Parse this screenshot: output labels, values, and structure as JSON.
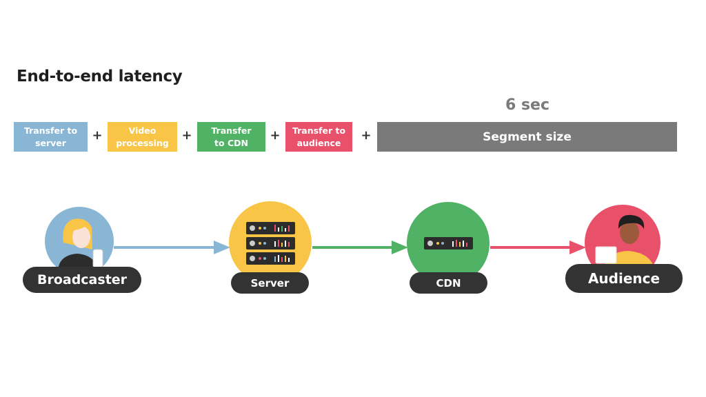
{
  "title": "End-to-end latency",
  "segment_duration": "6 sec",
  "stages": [
    {
      "label": "Transfer to\nserver",
      "color": "#8ab6d6"
    },
    {
      "label": "Video\nprocessing",
      "color": "#f8c547"
    },
    {
      "label": "Transfer\nto CDN",
      "color": "#4fb264"
    },
    {
      "label": "Transfer to\naudience",
      "color": "#e9506a"
    },
    {
      "label": "Segment size",
      "color": "#7a7a7a"
    }
  ],
  "plus_symbol": "+",
  "nodes": {
    "broadcaster": {
      "label": "Broadcaster",
      "color": "#8ab6d6"
    },
    "server": {
      "label": "Server",
      "color": "#f8c547"
    },
    "cdn": {
      "label": "CDN",
      "color": "#4fb264"
    },
    "audience": {
      "label": "Audience",
      "color": "#e9506a"
    }
  },
  "arrow_colors": {
    "to_server": "#8ab6d6",
    "to_cdn": "#4fb264",
    "to_audience": "#e9506a"
  }
}
